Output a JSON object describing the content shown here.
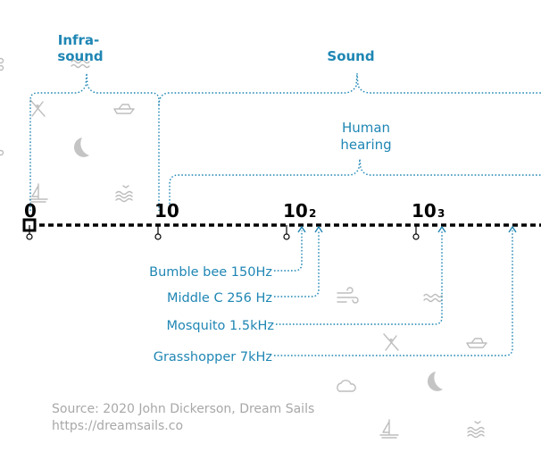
{
  "headers": {
    "infrasound_line1": "Infra-",
    "infrasound_line2": "sound",
    "sound": "Sound",
    "human_hearing_line1": "Human",
    "human_hearing_line2": "hearing"
  },
  "axis": {
    "ticks": [
      {
        "base": "0",
        "exp": ""
      },
      {
        "base": "10",
        "exp": ""
      },
      {
        "base": "10",
        "exp": "2"
      },
      {
        "base": "10",
        "exp": "3"
      }
    ]
  },
  "markers": [
    {
      "label": "Bumble bee 150Hz"
    },
    {
      "label": "Middle C 256 Hz"
    },
    {
      "label": "Mosquito 1.5kHz"
    },
    {
      "label": "Grasshopper 7kHz"
    }
  ],
  "source": {
    "line1": "Source: 2020 John Dickerson, Dream Sails",
    "line2": "https://dreamsails.co"
  },
  "decorative_icons": [
    "wave-icon",
    "boat-icon",
    "kayak-icon",
    "moon-icon",
    "sailboat-icon",
    "birds-over-waves-icon",
    "wind-icon",
    "cloud-icon"
  ],
  "colors": {
    "accent": "#1f86b4",
    "axis": "#000000",
    "muted": "#a8a8a8"
  }
}
